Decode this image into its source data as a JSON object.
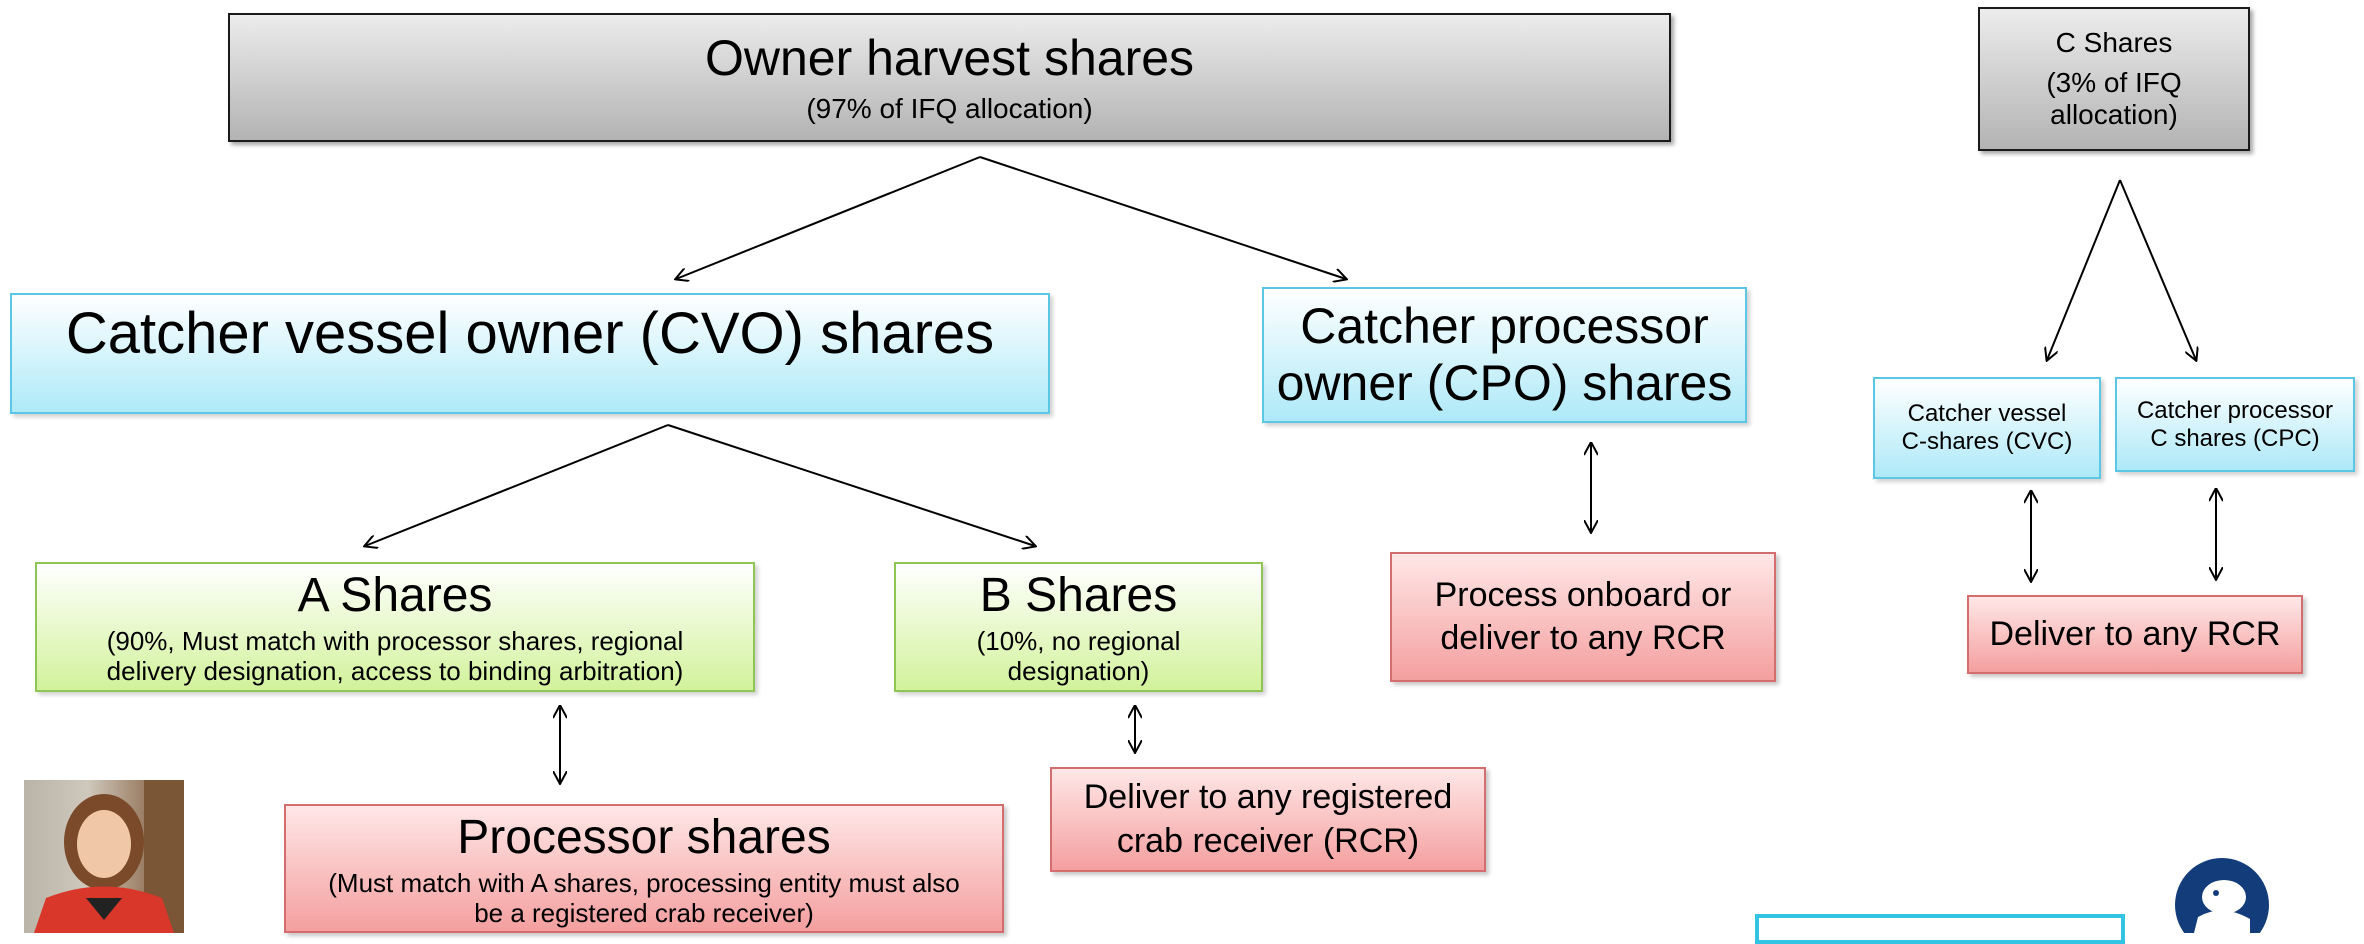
{
  "owner": {
    "title": "Owner harvest shares",
    "sub": "(97% of IFQ allocation)"
  },
  "c_shares": {
    "title": "C Shares",
    "sub_line1": "(3% of IFQ",
    "sub_line2": "allocation)"
  },
  "cvo": {
    "title": "Catcher vessel owner (CVO) shares"
  },
  "cpo": {
    "line1": "Catcher processor",
    "line2": "owner (CPO) shares"
  },
  "cvc": {
    "line1": "Catcher vessel",
    "line2": "C-shares (CVC)"
  },
  "cpc": {
    "line1": "Catcher processor",
    "line2": "C shares (CPC)"
  },
  "a_shares": {
    "title": "A Shares",
    "sub_line1": "(90%, Must match with processor shares, regional",
    "sub_line2": "delivery designation, access to binding arbitration)"
  },
  "b_shares": {
    "title": "B Shares",
    "sub_line1": "(10%, no regional",
    "sub_line2": "designation)"
  },
  "cpo_delivery": {
    "line1": "Process onboard or",
    "line2": "deliver to any RCR"
  },
  "c_delivery": {
    "label": "Deliver to any RCR"
  },
  "b_delivery": {
    "line1": "Deliver to any registered",
    "line2": "crab receiver (RCR)"
  },
  "processor": {
    "title": "Processor shares",
    "sub_line1": "(Must match with A shares, processing entity must also",
    "sub_line2": "be a registered crab receiver)"
  },
  "colors": {
    "gray_border": "#1a1a1a",
    "blue_fill": "#aee9f8",
    "blue_border": "#5cc7e4",
    "green_fill": "#d2f29b",
    "green_border": "#8ec555",
    "red_fill": "#f49f9f",
    "red_border": "#d46d6d"
  },
  "icons": {
    "presenter": "presenter-photo",
    "logo": "seal-logo-icon"
  }
}
